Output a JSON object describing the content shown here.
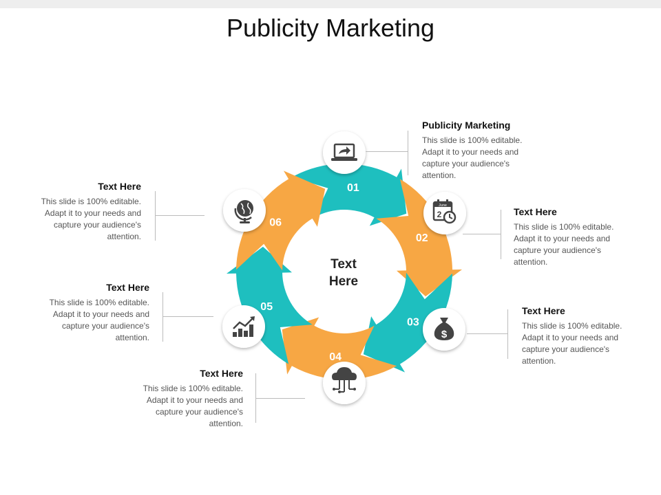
{
  "title": "Publicity Marketing",
  "center": {
    "line1": "Text",
    "line2": "Here"
  },
  "colors": {
    "teal": "#1ebfbf",
    "orange": "#f7a744",
    "icon": "#444444",
    "circle_bg": "#ffffff"
  },
  "segments": [
    {
      "number": "01",
      "color": "teal",
      "icon": "laptop-share-icon",
      "heading": "Publicity Marketing",
      "body": "This slide is 100% editable. Adapt it to your needs and capture your audience's attention."
    },
    {
      "number": "02",
      "color": "orange",
      "icon": "calendar-clock-icon",
      "icon_label": "June",
      "heading": "Text Here",
      "body": "This slide is 100% editable. Adapt it to your needs and capture your audience's attention."
    },
    {
      "number": "03",
      "color": "teal",
      "icon": "money-bag-icon",
      "heading": "Text Here",
      "body": "This slide is 100% editable. Adapt it to your needs and capture your audience's attention."
    },
    {
      "number": "04",
      "color": "orange",
      "icon": "cloud-network-icon",
      "heading": "Text Here",
      "body": "This slide is 100% editable. Adapt it to your needs and capture your audience's attention."
    },
    {
      "number": "05",
      "color": "teal",
      "icon": "growth-chart-icon",
      "heading": "Text Here",
      "body": "This slide is 100% editable. Adapt it to your needs and capture your audience's attention."
    },
    {
      "number": "06",
      "color": "orange",
      "icon": "globe-icon",
      "heading": "Text Here",
      "body": "This slide is 100% editable. Adapt it to your needs and capture your audience's attention."
    }
  ]
}
